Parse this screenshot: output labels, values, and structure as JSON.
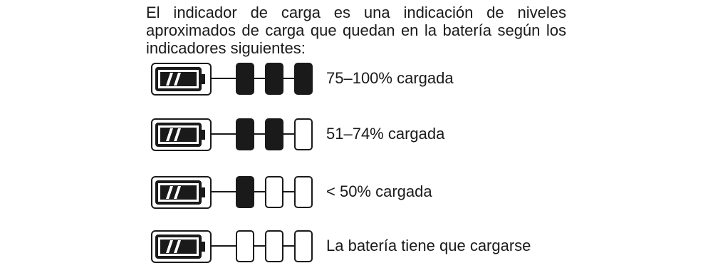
{
  "intro": "El indicador de carga es una indicación de niveles aproximados de carga que quedan en la batería según los indicadores siguientes:",
  "levels": [
    {
      "label": "75–100% cargada",
      "filled_bars": 3
    },
    {
      "label": "51–74% cargada",
      "filled_bars": 2
    },
    {
      "label": "< 50% cargada",
      "filled_bars": 1
    },
    {
      "label": "La batería tiene que cargarse",
      "filled_bars": 0
    }
  ],
  "icons": {
    "battery": "battery-icon",
    "bar": "charge-bar"
  },
  "colors": {
    "ink": "#1a1a1a",
    "background": "#ffffff"
  }
}
